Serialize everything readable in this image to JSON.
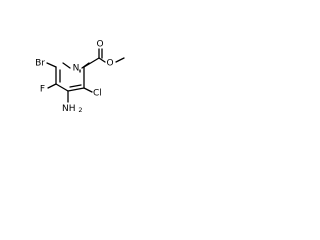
{
  "molecule": {
    "atoms": {
      "nitrogen": "N",
      "bromine": "Br",
      "fluorine": "F",
      "chlorine": "Cl",
      "amino": "NH",
      "amino_subscript": "2",
      "carbonyl_oxygen": "O",
      "ester_oxygen": "O"
    }
  }
}
